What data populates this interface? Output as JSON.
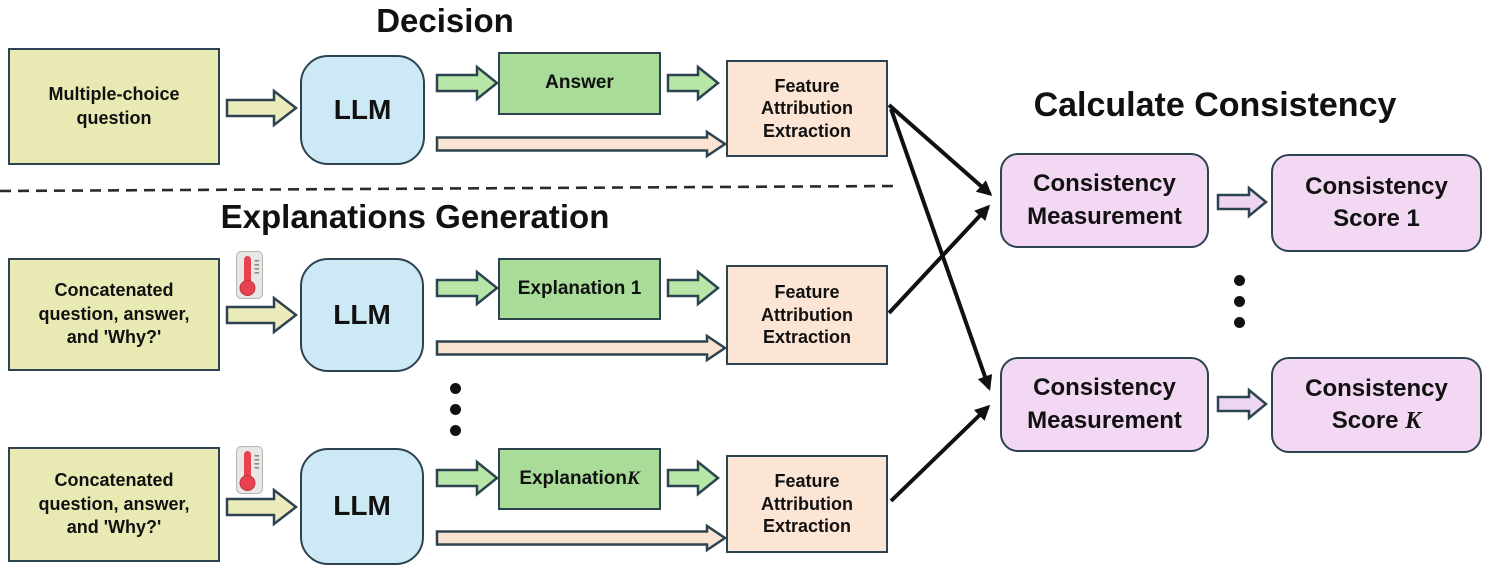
{
  "palette": {
    "border": "#2d4450",
    "ink": "#111111",
    "dash": "#2a2a2a",
    "yellow_box": "#e9e9b4",
    "yellow_arrow": "#ebebbc",
    "blue_box": "#cde9f6",
    "green_box": "#a9dc99",
    "green_arrow": "#b8e6a9",
    "peach_box": "#fce5d4",
    "peach_arrow": "#fbe3d1",
    "pink_box": "#f2d8f3",
    "pink_arrow": "#eed5f1",
    "therm_red": "#e8414f",
    "therm_bg": "#e9e7e4"
  },
  "titles": {
    "decision": "Decision",
    "explanations": "Explanations Generation",
    "consistency": "Calculate Consistency"
  },
  "boxes": {
    "multiple_choice": "Multiple-choice\nquestion",
    "llm": "LLM",
    "answer": "Answer",
    "feature_attribution": "Feature\nAttribution\nExtraction",
    "concatenated": "Concatenated\nquestion, answer,\nand 'Why?'",
    "explanation_1": "Explanation 1",
    "explanation_k_prefix": "Explanation ",
    "k_variable": "K",
    "consistency_measurement": "Consistency\nMeasurement",
    "consistency_score_1": "Consistency\nScore 1",
    "consistency_score_k_line1": "Consistency",
    "consistency_score_k_prefix": "Score "
  }
}
